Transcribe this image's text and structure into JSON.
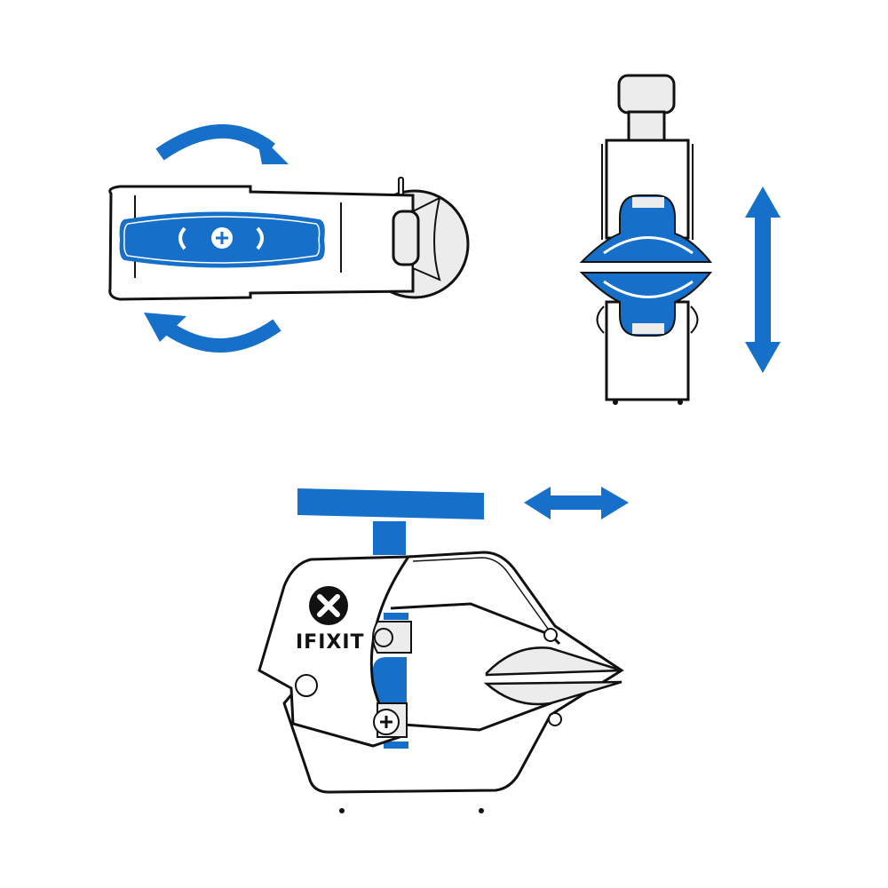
{
  "colors": {
    "accent": "#1670C9",
    "outline": "#111111",
    "fill_light": "#ECECEC",
    "background": "#FFFFFF"
  },
  "panels": [
    {
      "id": "rotate",
      "description": "Top-left: clamp handle rotated clockwise / counter-clockwise",
      "motion": "rotate-arrows"
    },
    {
      "id": "vertical",
      "description": "Top-right: clamp jaws open and close vertically",
      "motion": "vertical-double-arrow"
    },
    {
      "id": "slide",
      "description": "Bottom: T-handle slides horizontally",
      "motion": "horizontal-double-arrow"
    }
  ],
  "logo": {
    "text": "IFIXIT",
    "icon": "x-screw-icon"
  }
}
